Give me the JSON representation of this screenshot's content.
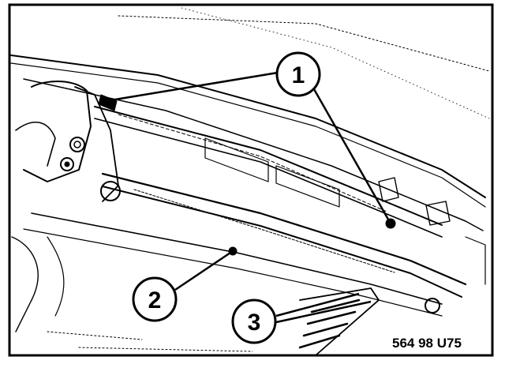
{
  "diagram": {
    "callouts": [
      {
        "id": "1",
        "label": "1"
      },
      {
        "id": "2",
        "label": "2"
      },
      {
        "id": "3",
        "label": "3"
      }
    ],
    "reference_code": "564 98 U75",
    "colors": {
      "line": "#000000",
      "background": "#ffffff"
    }
  }
}
